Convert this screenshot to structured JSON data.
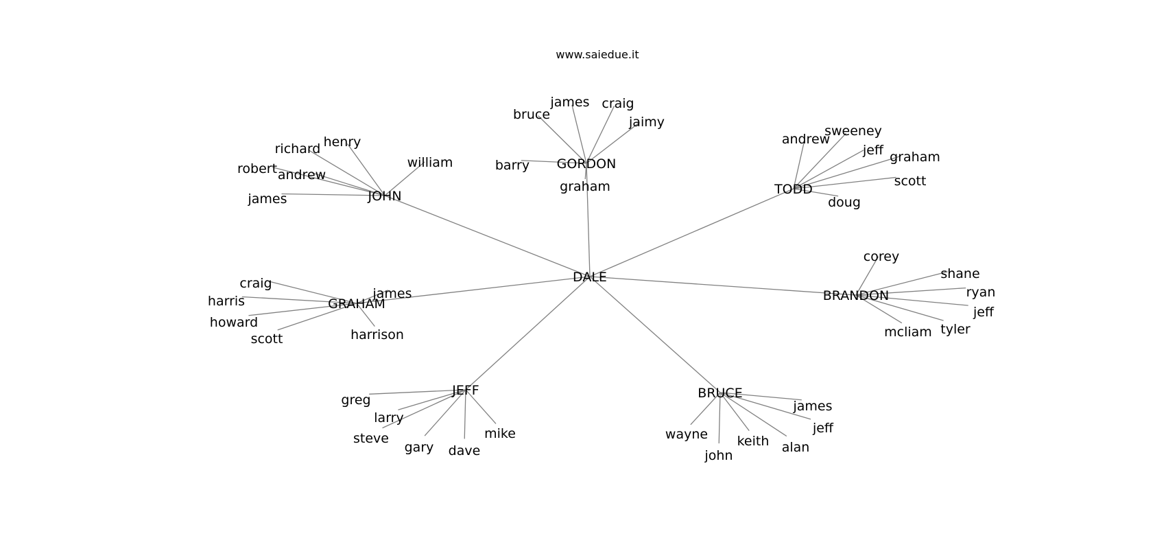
{
  "header": {
    "site": "www.saiedue.it"
  },
  "graph": {
    "center": "DALE",
    "hubs": [
      {
        "name": "JOHN",
        "leaves": [
          "henry",
          "richard",
          "robert",
          "andrew",
          "william",
          "james"
        ]
      },
      {
        "name": "GORDON",
        "leaves": [
          "james",
          "craig",
          "bruce",
          "jaimy",
          "barry",
          "graham"
        ]
      },
      {
        "name": "TODD",
        "leaves": [
          "andrew",
          "sweeney",
          "jeff",
          "graham",
          "scott",
          "doug"
        ]
      },
      {
        "name": "GRAHAM",
        "leaves": [
          "craig",
          "harris",
          "james",
          "howard",
          "scott",
          "harrison"
        ]
      },
      {
        "name": "BRANDON",
        "leaves": [
          "corey",
          "shane",
          "ryan",
          "jeff",
          "tyler",
          "mcliam"
        ]
      },
      {
        "name": "JEFF",
        "leaves": [
          "greg",
          "larry",
          "steve",
          "gary",
          "dave",
          "mike"
        ]
      },
      {
        "name": "BRUCE",
        "leaves": [
          "james",
          "jeff",
          "wayne",
          "keith",
          "alan",
          "john"
        ]
      }
    ]
  }
}
